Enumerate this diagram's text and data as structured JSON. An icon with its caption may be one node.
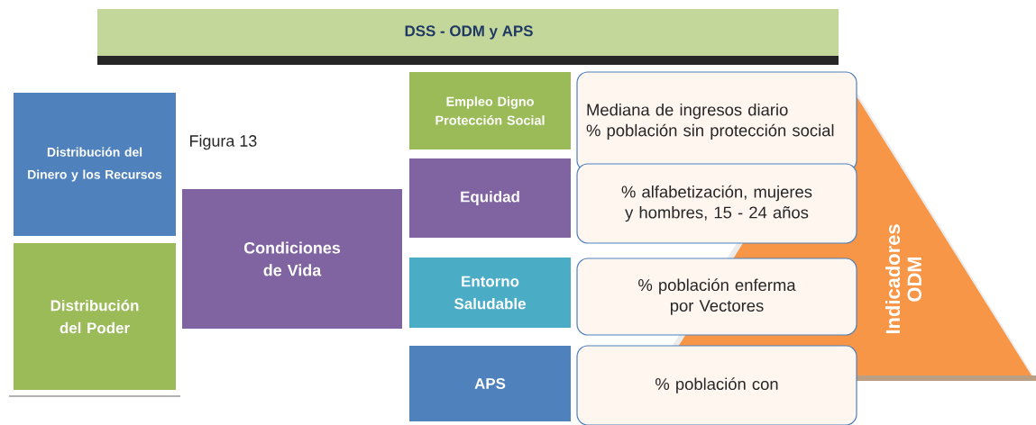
{
  "diagram": {
    "title": "DSS  - ODM y APS",
    "nodes": [
      {
        "text": [
          "Distribución del Dinero y los Recursos"
        ]
      },
      {
        "text": [
          "Distribución del Poder"
        ]
      },
      {
        "text": [
          "Condiciones de Vida"
        ]
      },
      {
        "text": [
          "Empleo Digno Protección Social"
        ]
      },
      {
        "text": [
          "Equidad"
        ]
      },
      {
        "text": [
          "Entorno Saludable"
        ]
      },
      {
        "text": [
          "APS"
        ]
      },
      {
        "text": [
          "Mediana de  ingresos diario",
          "% población sin protección social"
        ]
      },
      {
        "text": [
          "% alfabetización, mujeres y hombres, 15 - 24 años"
        ]
      },
      {
        "text": [
          "% población  enferma por Vectores"
        ]
      },
      {
        "text": [
          "% población con"
        ]
      },
      {
        "text": [
          "Indicadores ODM"
        ]
      }
    ],
    "labels": [
      "Figura 13"
    ]
  }
}
